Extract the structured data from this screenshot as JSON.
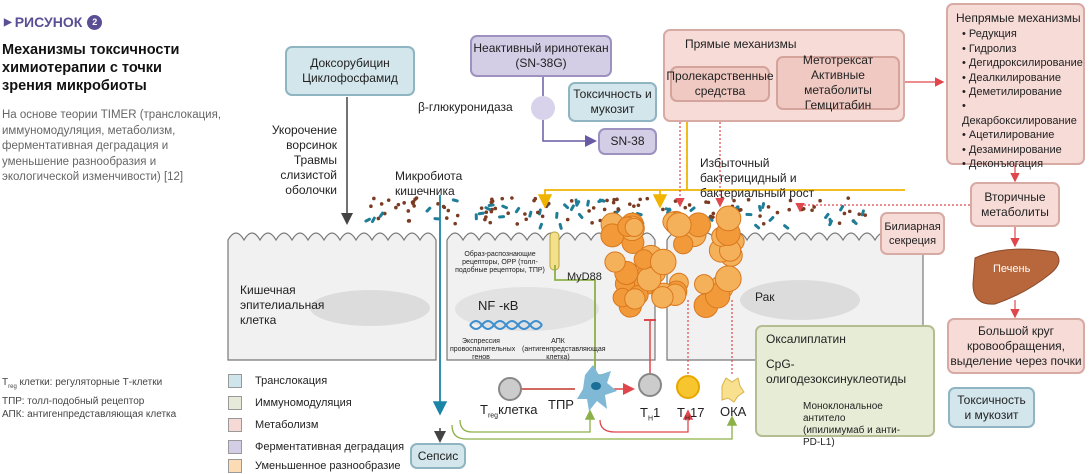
{
  "header": {
    "figure_label": "РИСУНОК",
    "figure_number": "2",
    "title": "Механизмы токсичности химиотерапии с точки зрения микробиоты",
    "subtitle": "На основе теории TIMER (транслокация, иммуномодуляция, метаболизм, ферментативная деградация и уменьшение разнообразия и экологической изменчивости) [12]"
  },
  "colors": {
    "translocation": "#cfe5ec",
    "immunomodulation": "#e6ead9",
    "metabolism": "#f6d8d4",
    "enzymatic": "#d4cde6",
    "diversity": "#fbdcb4",
    "accent": "#5a4f94"
  },
  "drugs": {
    "doxo": "Доксорубицин",
    "cyclo": "Циклофосфамид",
    "irinotecan_l1": "Неактивный иринотекан",
    "irinotecan_l2": "(SN-38G)",
    "glucuronidase": "β-глюкуронидаза",
    "sn38": "SN-38",
    "toxicity1": "Токсичность и мукозит"
  },
  "effects": {
    "l1": "Укорочение",
    "l2": "ворсинок",
    "l3": "Травмы слизистой",
    "l4": "оболочки"
  },
  "direct": {
    "title": "Прямые механизмы",
    "prodrugs": "Пролекарственные средства",
    "l1": "Метотрексат",
    "l2": "Активные метаболиты",
    "l3": "Гемцитабин"
  },
  "indirect": {
    "title": "Непрямые механизмы",
    "items": [
      "Редукция",
      "Гидролиз",
      "Дегидроксилирование",
      "Деалкилирование",
      "Деметилирование",
      "Декарбоксилирование",
      "Ацетилирование",
      "Дезаминирование",
      "Деконъюгация"
    ]
  },
  "secondary": "Вторичные метаболиты",
  "biliary": "Билиарная секреция",
  "liver": "Печень",
  "circulation": "Большой круг кровообращения, выделение через почки",
  "toxicity2": "Токсичность и мукозит",
  "microbiota": "Микробиота кишечника",
  "overgrowth": "Избыточный бактерицидный и бактериальный рост",
  "cell": {
    "epithelial": "Кишечная эпителиальная клетка",
    "prr": "Образ-распознающие рецепторы, ОРР (толл-подобные рецепторы, ТПР)",
    "myd88": "MyD88",
    "nfkb": "NF -κB",
    "expression": "Экспрессия провоспалительных генов",
    "apc": "АПК (антигенпредставляющая клетка)",
    "cancer": "Рак"
  },
  "immune": {
    "treg": "T",
    "treg_sub": "reg",
    "treg_label": "клетка",
    "tlr": "ТПР",
    "th1": "T",
    "th1_sub": "H",
    "th1_num": "1",
    "th17": "T",
    "th17_sub": "H",
    "th17_num": "17",
    "oka": "ОКА",
    "sepsis": "Сепсис"
  },
  "therapy": {
    "oxaliplatin": "Оксалиплатин",
    "cpg": "CpG-олигодезоксинуклеотиды",
    "antibody": "Моноклональное антитело (ипилимумаб и анти-PD-L1)"
  },
  "abbreviations": {
    "treg_T": "T",
    "treg_sub": "reg",
    "treg": " клетки: регуляторные Т-клетки",
    "tlr": "ТПР: толл-подобный рецептор",
    "apc": "АПК: антигенпредставляющая клетка"
  },
  "legend": [
    {
      "label": "Транслокация",
      "color": "#cfe5ec"
    },
    {
      "label": "Иммуномодуляция",
      "color": "#e6ead9"
    },
    {
      "label": "Метаболизм",
      "color": "#f6d8d4"
    },
    {
      "label": "Ферментативная деградация",
      "color": "#d4cde6"
    },
    {
      "label": "Уменьшенное разнообразие",
      "color": "#fbdcb4"
    }
  ]
}
